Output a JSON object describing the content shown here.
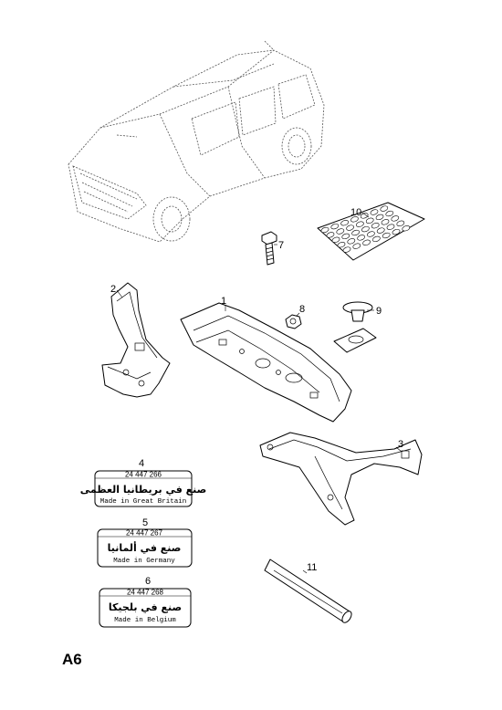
{
  "page": {
    "label": "A6"
  },
  "callouts": {
    "c1": "1",
    "c2": "2",
    "c3": "3",
    "c4": "4",
    "c5": "5",
    "c6": "6",
    "c7": "7",
    "c8": "8",
    "c9": "9",
    "c10": "10",
    "c11": "11"
  },
  "labels": [
    {
      "part_number": "24 447 266",
      "arabic": "صنع في بريطانيا العظمى",
      "made_in": "Made in Great Britain"
    },
    {
      "part_number": "24 447 267",
      "arabic": "صنع في ألمانيا",
      "made_in": "Made in Germany"
    },
    {
      "part_number": "24 447 268",
      "arabic": "صنع في بلجيكا",
      "made_in": "Made in Belgium"
    }
  ]
}
